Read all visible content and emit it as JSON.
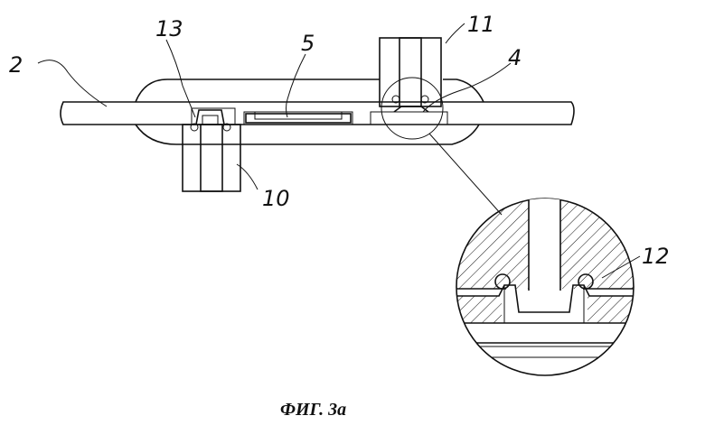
{
  "figure": {
    "caption": "ФИГ. 3а",
    "labels": {
      "plate": "2",
      "ring_13": "13",
      "part_5": "5",
      "connector_11": "11",
      "detail_4": "4",
      "connector_10": "10",
      "seal_12": "12"
    }
  }
}
